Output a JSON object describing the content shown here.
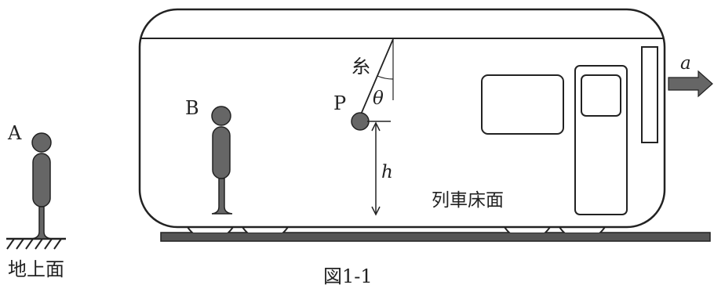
{
  "labels": {
    "person_a": "A",
    "person_b": "B",
    "ground": "地上面",
    "bob": "P",
    "string": "糸",
    "angle": "θ",
    "height": "h",
    "floor": "列車床面",
    "acceleration": "a",
    "caption": "図1-1"
  },
  "colors": {
    "outline": "#222222",
    "figure_fill": "#666666",
    "rail": "#555555"
  }
}
